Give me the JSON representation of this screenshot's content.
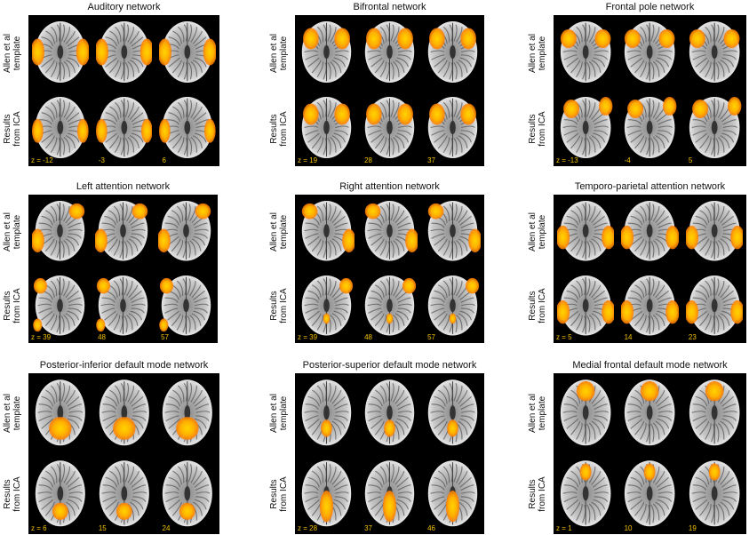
{
  "row_labels": {
    "template": [
      "Allen et al",
      "template"
    ],
    "results": [
      "Results",
      "from ICA"
    ]
  },
  "colors": {
    "activation_core": "#ffd400",
    "activation_edge": "#ff7a00",
    "background": "#000000"
  },
  "networks": [
    {
      "title": "Auditory network",
      "z_labels": [
        "z = -12",
        "-3",
        "6"
      ],
      "pattern": "auditory"
    },
    {
      "title": "Bifrontal network",
      "z_labels": [
        "z = 19",
        "28",
        "37"
      ],
      "pattern": "bifrontal"
    },
    {
      "title": "Frontal pole network",
      "z_labels": [
        "z = -13",
        "-4",
        "5"
      ],
      "pattern": "frontalpole"
    },
    {
      "title": "Left attention network",
      "z_labels": [
        "z = 39",
        "48",
        "57"
      ],
      "pattern": "leftatt"
    },
    {
      "title": "Right attention network",
      "z_labels": [
        "z = 39",
        "48",
        "57"
      ],
      "pattern": "rightatt"
    },
    {
      "title": "Temporo-parietal attention network",
      "z_labels": [
        "z = 5",
        "14",
        "23"
      ],
      "pattern": "tempopar"
    },
    {
      "title": "Posterior-inferior default mode network",
      "z_labels": [
        "z = 6",
        "15",
        "24"
      ],
      "pattern": "postinf"
    },
    {
      "title": "Posterior-superior default mode network",
      "z_labels": [
        "z = 28",
        "37",
        "46"
      ],
      "pattern": "postsup"
    },
    {
      "title": "Medial frontal default mode  network",
      "z_labels": [
        "z = 1",
        "10",
        "19"
      ],
      "pattern": "medfront"
    }
  ]
}
